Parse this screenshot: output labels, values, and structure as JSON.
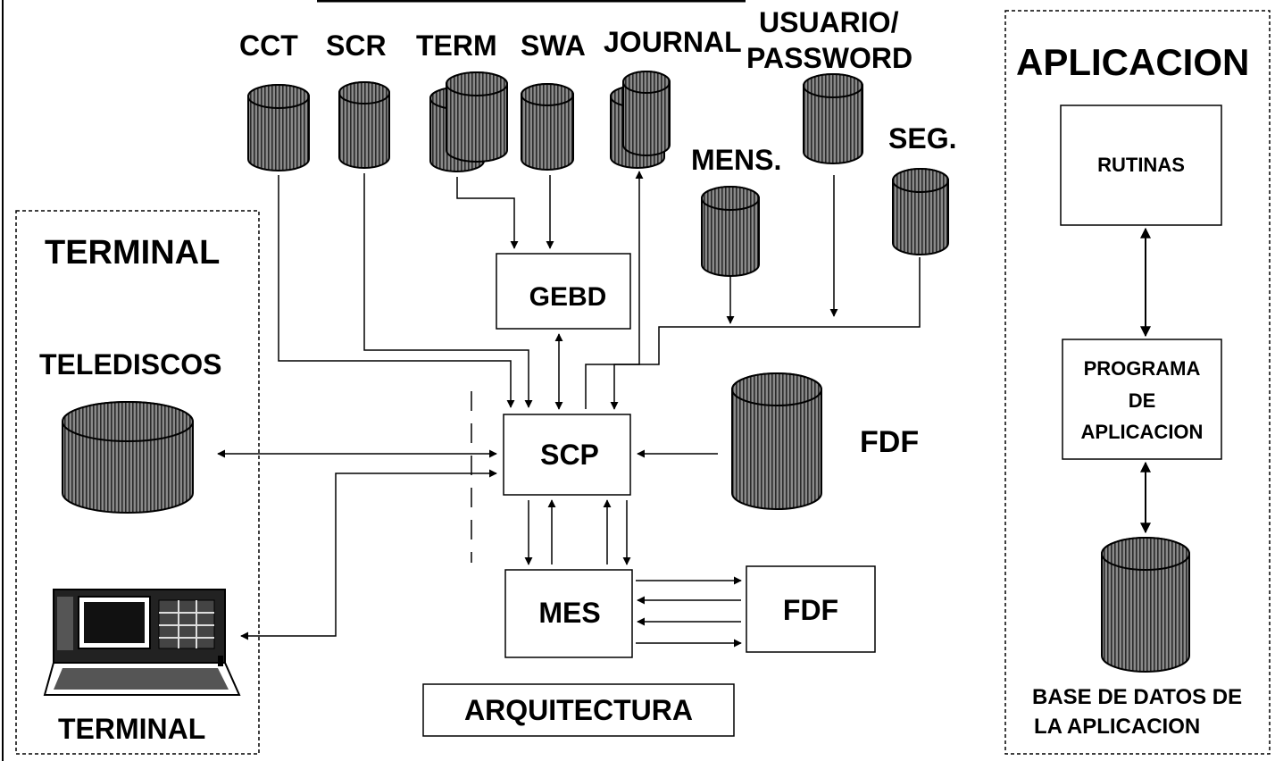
{
  "labels": {
    "cct": "CCT",
    "scr": "SCR",
    "term": "TERM",
    "swa": "SWA",
    "journal": "JOURNAL",
    "usuario_line1": "USUARIO/",
    "usuario_line2": "PASSWORD",
    "mens": "MENS.",
    "seg": "SEG.",
    "gebd": "GEBD",
    "scp": "SCP",
    "fdf_disk": "FDF",
    "mes": "MES",
    "fdf_box": "FDF",
    "arquitectura": "ARQUITECTURA",
    "terminal_panel_title": "TERMINAL",
    "telediscos": "TELEDISCOS",
    "terminal_caption": "TERMINAL",
    "aplicacion_title": "APLICACION",
    "rutinas": "RUTINAS",
    "programa_line1": "PROGRAMA",
    "programa_line2": "DE",
    "programa_line3": "APLICACION",
    "base_line1": "BASE DE DATOS DE",
    "base_line2": "LA APLICACION"
  },
  "icons": {
    "database": "database-cylinder-icon",
    "terminal": "computer-terminal-icon"
  },
  "colors": {
    "ink": "#000000",
    "disk_fill": "#6a6a6a",
    "background": "#ffffff"
  }
}
